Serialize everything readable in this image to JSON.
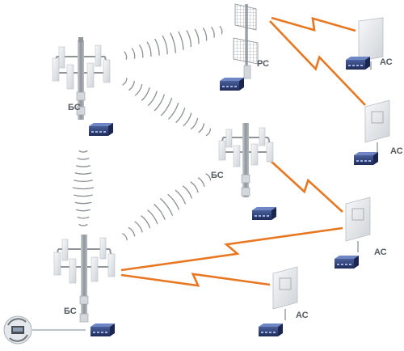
{
  "labels": {
    "bs_top": "БС",
    "rs": "РС",
    "bs_mid": "БС",
    "bs_bottom": "БС",
    "as_1": "АС",
    "as_2": "АС",
    "as_3": "АС",
    "as_4": "АС"
  },
  "colors": {
    "radio_link": "#e87722",
    "wave": "#8c9096",
    "mast": "#9aa0a6",
    "mast_dark": "#6f757b",
    "panel": "#e9ecef",
    "panel_edge": "#b9bec4",
    "device": "#2c3d73",
    "device_light": "#6f86c4",
    "cable": "#a8b0b8"
  },
  "icons": {
    "base_station": "cell-tower-icon",
    "relay_station": "grid-antenna-icon",
    "subscriber_antenna": "panel-antenna-icon",
    "network_device": "network-router-icon",
    "network": "network-cloud-icon"
  }
}
